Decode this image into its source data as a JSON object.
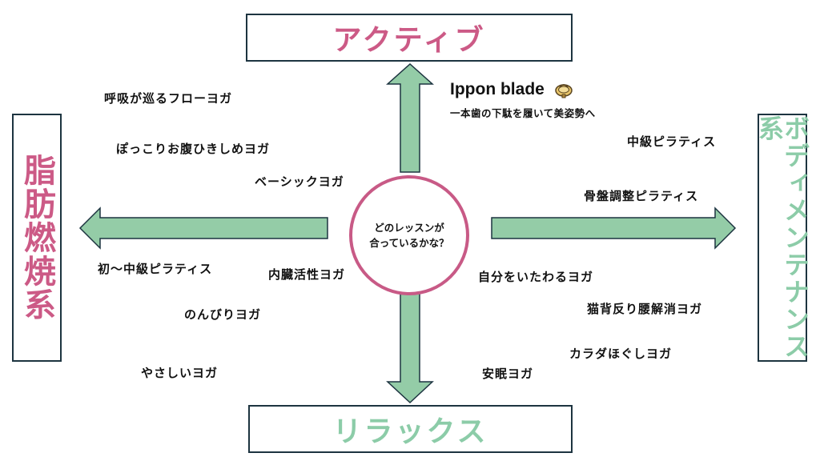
{
  "poles": {
    "top": "アクティブ",
    "bottom": "リラックス",
    "left": "脂肪燃焼系",
    "right": "ボディメンテナンス系"
  },
  "center": {
    "line1": "どのレッスンが",
    "line2": "合っているかな？"
  },
  "brand": {
    "name": "Ippon blade",
    "icon": "geta-sandal-icon",
    "subtitle": "一本歯の下駄を履いて美姿勢へ"
  },
  "lessons": {
    "upper_left": [
      "呼吸が巡るフローヨガ",
      "ぽっこりお腹ひきしめヨガ",
      "ベーシックヨガ"
    ],
    "lower_left": [
      "初〜中級ピラティス",
      "内臓活性ヨガ",
      "のんびりヨガ",
      "やさしいヨガ"
    ],
    "upper_right": [
      "中級ピラティス",
      "骨盤調整ピラティス"
    ],
    "lower_right": [
      "自分をいたわるヨガ",
      "猫背反り腰解消ヨガ",
      "カラダほぐしヨガ",
      "安眠ヨガ"
    ]
  },
  "colors": {
    "pink": "#cc5a86",
    "green": "#8ccca8",
    "arrow_fill": "#94cca7",
    "border": "#1d3440"
  }
}
